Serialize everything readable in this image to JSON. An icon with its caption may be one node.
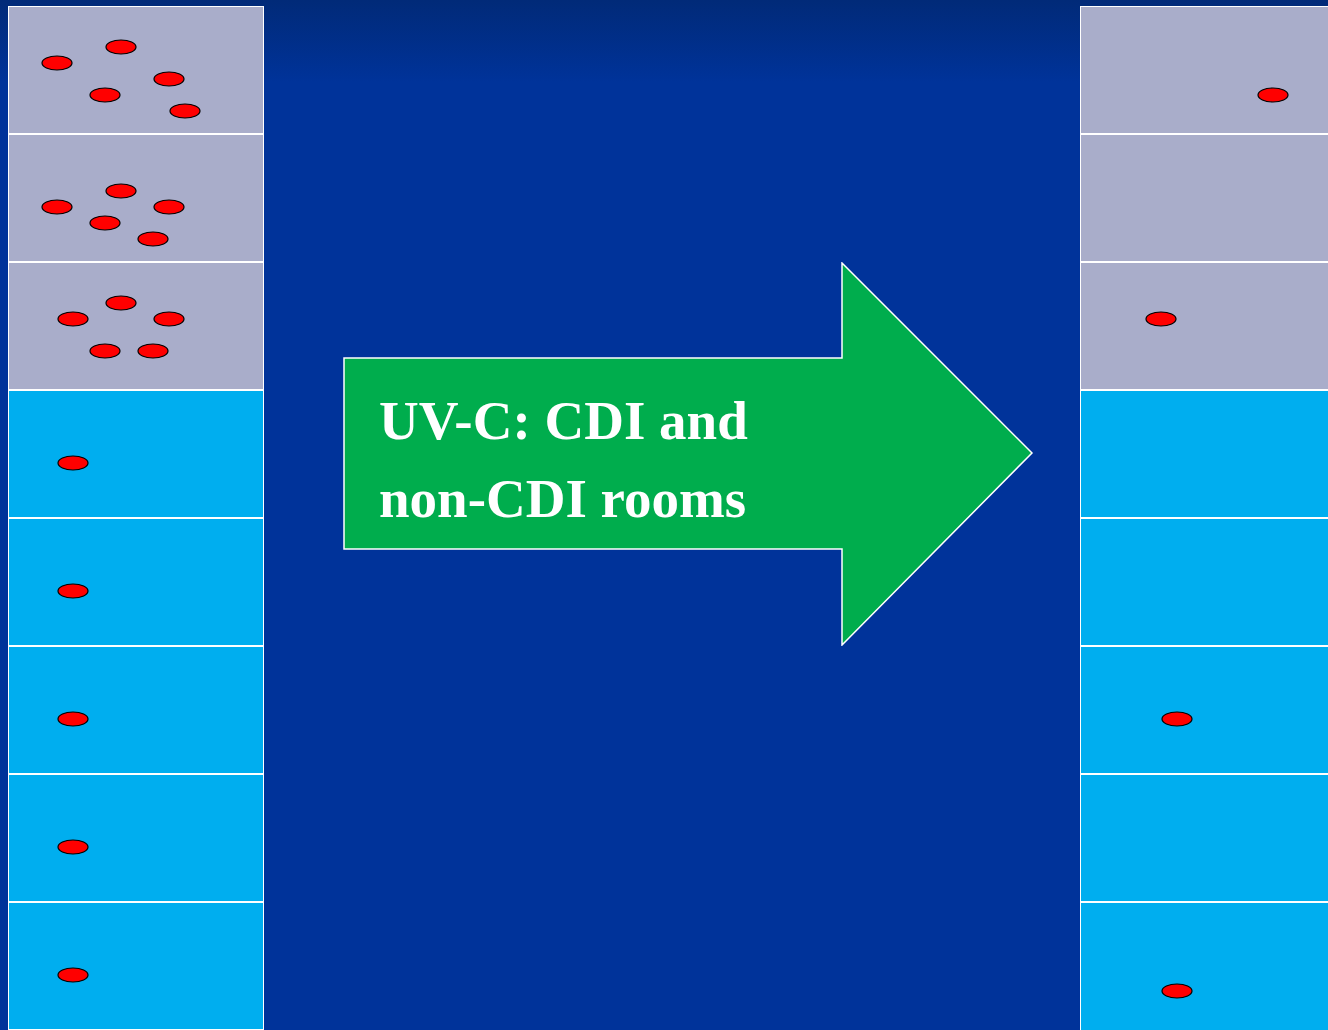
{
  "diagram": {
    "nodes": [
      {
        "text": [],
        "shape": "box"
      },
      {
        "text": [],
        "shape": "box"
      },
      {
        "text": [],
        "shape": "box"
      },
      {
        "text": [],
        "shape": "box"
      },
      {
        "text": [],
        "shape": "box"
      },
      {
        "text": [],
        "shape": "box"
      },
      {
        "text": [],
        "shape": "box"
      },
      {
        "text": [],
        "shape": "box"
      },
      {
        "text": [
          "UV-C: CDI and non-CDI rooms"
        ]
      },
      {
        "text": [],
        "shape": "box"
      },
      {
        "text": [],
        "shape": "box"
      },
      {
        "text": [],
        "shape": "box"
      },
      {
        "text": [],
        "shape": "box"
      },
      {
        "text": [],
        "shape": "box"
      },
      {
        "text": [],
        "shape": "box"
      },
      {
        "text": [],
        "shape": "box"
      },
      {
        "text": [],
        "shape": "box"
      }
    ]
  }
}
